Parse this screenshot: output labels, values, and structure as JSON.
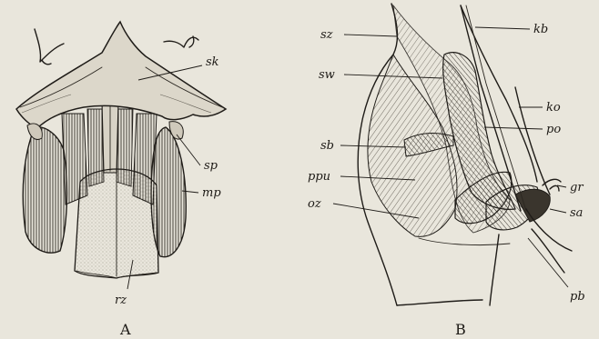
{
  "figure": {
    "panel_a": {
      "caption": "A",
      "labels": {
        "sk": "sk",
        "sp": "sp",
        "mp": "mp",
        "rz": "rz"
      }
    },
    "panel_b": {
      "caption": "B",
      "labels": {
        "sz": "sz",
        "sw": "sw",
        "sb": "sb",
        "ppu": "ppu",
        "oz": "oz",
        "kb": "kb",
        "ko": "ko",
        "po": "po",
        "gr": "gr",
        "sa": "sa",
        "pb": "pb"
      }
    }
  },
  "colors": {
    "paper": "#e9e6dc",
    "ink": "#1f1c18",
    "shade": "#6b655a",
    "light": "#d8d3c6"
  }
}
